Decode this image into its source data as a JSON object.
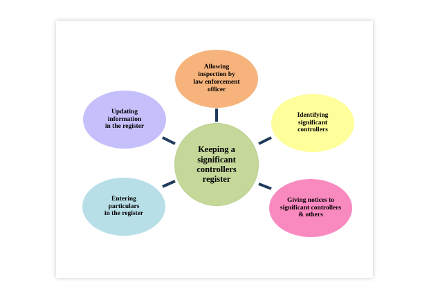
{
  "diagram": {
    "center": {
      "text": "Keeping a\nsignificant\ncontrollers\nregister",
      "color": "#c5d89a"
    },
    "nodes": [
      {
        "id": "allowing-inspection",
        "text": "Allowing\ninspection by\nlaw enforcement\nofficer",
        "color": "#f6b37c"
      },
      {
        "id": "identifying",
        "text": "Identifying\nsignificant\ncontrollers",
        "color": "#fefe9a"
      },
      {
        "id": "giving-notices",
        "text": "Giving notices to\nsignificant controllers\n& others",
        "color": "#f98ac0"
      },
      {
        "id": "entering",
        "text": "Entering\nparticulars\nin the register",
        "color": "#b8dfe8"
      },
      {
        "id": "updating",
        "text": "Updating\ninformation\nin the register",
        "color": "#c5c0fb"
      }
    ],
    "connector_color": "#1f3a5a"
  }
}
